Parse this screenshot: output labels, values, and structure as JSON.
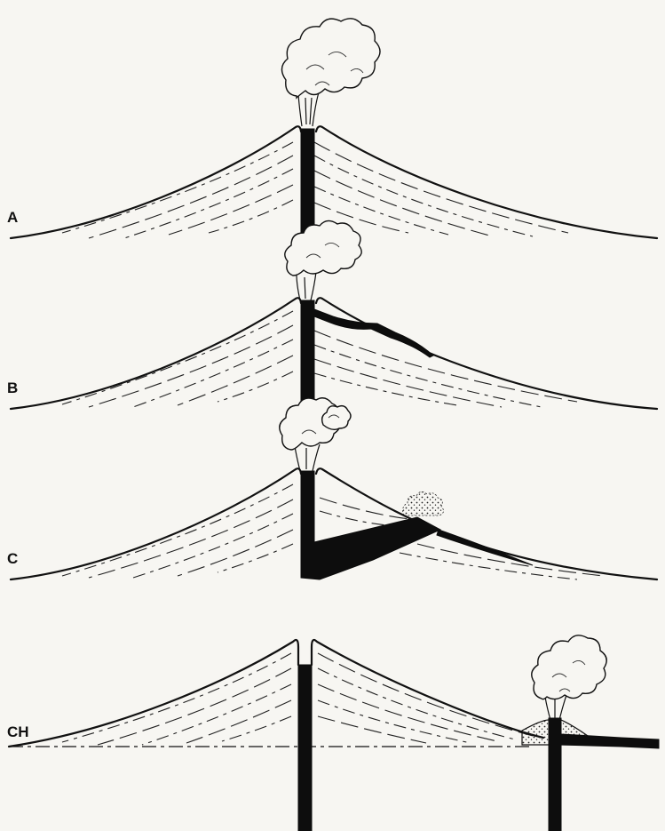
{
  "panels": [
    {
      "id": "a",
      "label": "A"
    },
    {
      "id": "b",
      "label": "B"
    },
    {
      "id": "c",
      "label": "C"
    },
    {
      "id": "ch",
      "label": "CH"
    }
  ],
  "colors": {
    "ink": "#111111",
    "magma": "#0d0d0d",
    "paper": "#f7f6f2"
  }
}
